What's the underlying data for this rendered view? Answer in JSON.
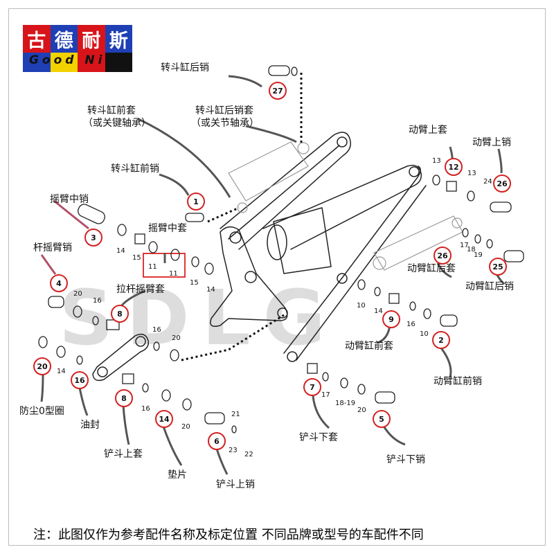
{
  "logo": {
    "chars": [
      "古",
      "德",
      "耐",
      "斯"
    ],
    "colors": [
      "#d7141a",
      "#1f3fb4",
      "#d7141a",
      "#1f3fb4"
    ],
    "bar_colors": [
      "#1f3fb4",
      "#f2d200",
      "#d7141a",
      "#111111"
    ],
    "english": "Good Nice"
  },
  "watermark": "SDLG",
  "part_labels": {
    "bucket_cyl_rear_pin": "转斗缸后销",
    "bucket_cyl_front_sleeve_l1": "转斗缸前套",
    "bucket_cyl_front_sleeve_l2": "（或关键轴承）",
    "bucket_cyl_rear_sleeve_l1": "转斗缸后销套",
    "bucket_cyl_rear_sleeve_l2": "（或关节轴承）",
    "bucket_cyl_front_pin": "转斗缸前销",
    "rocker_mid_pin": "摇臂中销",
    "rocker_mid_sleeve": "摇臂中套",
    "lever_rocker_pin": "杆摇臂销",
    "tie_rod_rocker_sleeve": "拉杆摇臂套",
    "boom_upper_sleeve": "动臂上套",
    "boom_upper_pin": "动臂上销",
    "boom_cyl_rear_sleeve": "动臂缸后套",
    "boom_cyl_rear_pin": "动臂缸后销",
    "boom_cyl_front_sleeve": "动臂缸前套",
    "boom_cyl_front_pin": "动臂缸前销",
    "dust_oring": "防尘0型圈",
    "oil_seal": "油封",
    "bucket_upper_sleeve": "铲斗上套",
    "shim": "垫片",
    "bucket_upper_pin": "铲斗上销",
    "bucket_lower_sleeve": "铲斗下套",
    "bucket_lower_pin": "铲斗下销"
  },
  "callouts": [
    "27",
    "1",
    "3",
    "4",
    "8",
    "20",
    "16",
    "8",
    "14",
    "6",
    "12",
    "26",
    "26",
    "25",
    "9",
    "2",
    "7",
    "5"
  ],
  "small_numbers": [
    "13",
    "13",
    "24",
    "17",
    "18",
    "19",
    "14",
    "15",
    "11",
    "11",
    "15",
    "14",
    "20",
    "16",
    "16",
    "20",
    "14",
    "16",
    "20",
    "21",
    "23",
    "22",
    "10",
    "14",
    "16",
    "10",
    "17",
    "18-19",
    "20"
  ],
  "note": "注：此图仅作为参考配件名称及标定位置  不同品牌或型号的车配件不同",
  "colors": {
    "callout_ring": "#d22222",
    "arrow": "#555555",
    "highlight_box": "#d22222"
  }
}
